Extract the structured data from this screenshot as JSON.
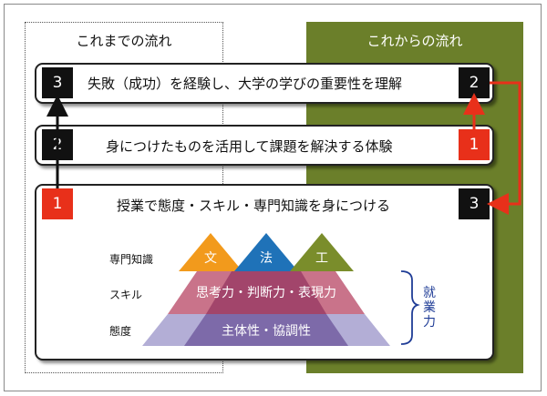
{
  "columns": {
    "left_title": "これまでの流れ",
    "right_title": "これからの流れ"
  },
  "boxes": [
    {
      "text": "失敗（成功）を経験し、大学の学びの重要性を理解",
      "left_num": "3",
      "right_num": "2"
    },
    {
      "text": "身につけたものを活用して課題を解決する体験",
      "left_num": "2",
      "right_num": "1"
    },
    {
      "text": "授業で態度・スキル・専門知識を身につける",
      "left_num": "1",
      "right_num": "3"
    }
  ],
  "levels": [
    "専門知識",
    "スキル",
    "態度"
  ],
  "pyramid": {
    "top": [
      "文",
      "法",
      "工"
    ],
    "middle": "思考力・判断力・表現力",
    "bottom": "主体性・協調性"
  },
  "bracket_label": [
    "就",
    "業",
    "力"
  ],
  "colors": {
    "green": "#6b7f2a",
    "red": "#e8301a",
    "orange": "#f29a1c",
    "blue": "#1f72b8",
    "olive": "#7a8d2b",
    "pink": "#c9738a",
    "lavender": "#b3aed6",
    "navy": "#1f3c96"
  }
}
